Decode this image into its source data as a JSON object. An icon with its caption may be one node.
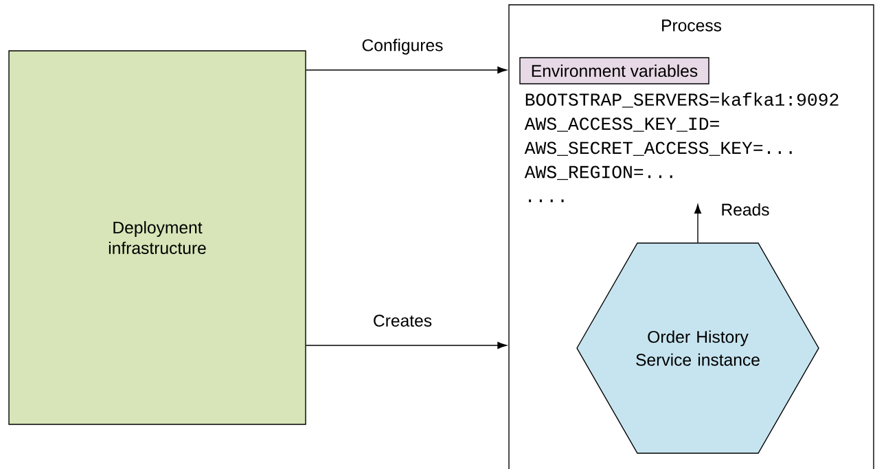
{
  "diagram": {
    "nodes": [
      {
        "text": [
          "Deployment infrastructure"
        ]
      },
      {
        "text": [
          "Process"
        ]
      },
      {
        "text": [
          "Environment variables"
        ],
        "in": 1
      },
      {
        "text": [
          "BOOTSTRAP_SERVERS=kafka1:9092",
          "AWS_ACCESS_KEY_ID=",
          "AWS_SECRET_ACCESS_KEY=...",
          "AWS_REGION=...",
          "...."
        ],
        "in": 1
      },
      {
        "text": [
          "Order History Service instance"
        ],
        "in": 1
      }
    ],
    "edges": [
      {
        "from": 0,
        "to": 1,
        "label": "Configures",
        "arrow": "to"
      },
      {
        "from": 0,
        "to": 1,
        "label": "Creates",
        "arrow": "to"
      },
      {
        "from": 4,
        "to": 3,
        "label": "Reads",
        "arrow": "to"
      }
    ]
  }
}
